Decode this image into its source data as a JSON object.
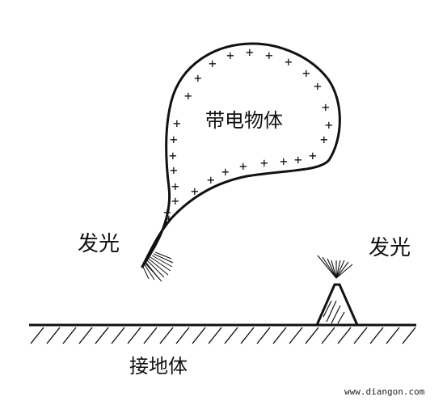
{
  "labels": {
    "charged_body": "带电物体",
    "glow_left": "发光",
    "glow_right": "发光",
    "ground": "接地体"
  },
  "charge_symbol": "+",
  "watermark": "www.diangon.com",
  "colors": {
    "ink": "#111111",
    "background": "#ffffff"
  }
}
